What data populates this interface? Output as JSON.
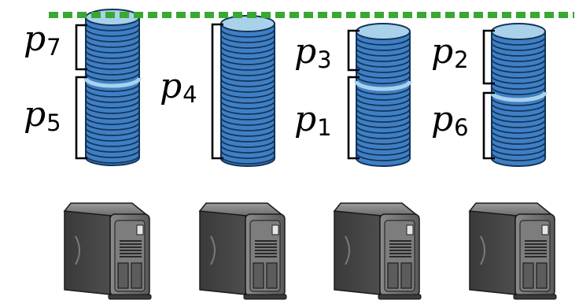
{
  "partitions": [
    {
      "var": "p",
      "sub": "7"
    },
    {
      "var": "p",
      "sub": "5"
    },
    {
      "var": "p",
      "sub": "4"
    },
    {
      "var": "p",
      "sub": "3"
    },
    {
      "var": "p",
      "sub": "1"
    },
    {
      "var": "p",
      "sub": "2"
    },
    {
      "var": "p",
      "sub": "6"
    }
  ],
  "colors": {
    "disk_fill": "#3f7fc4",
    "disk_edge": "#13345a",
    "disk_top": "#a9d2ea",
    "boundary_ring": "#a9d2ea",
    "threshold_line": "#38a832",
    "server_body": "#6b6b6b"
  },
  "icons": {
    "stack": "disk-stack-icon",
    "server": "server-tower-icon"
  }
}
